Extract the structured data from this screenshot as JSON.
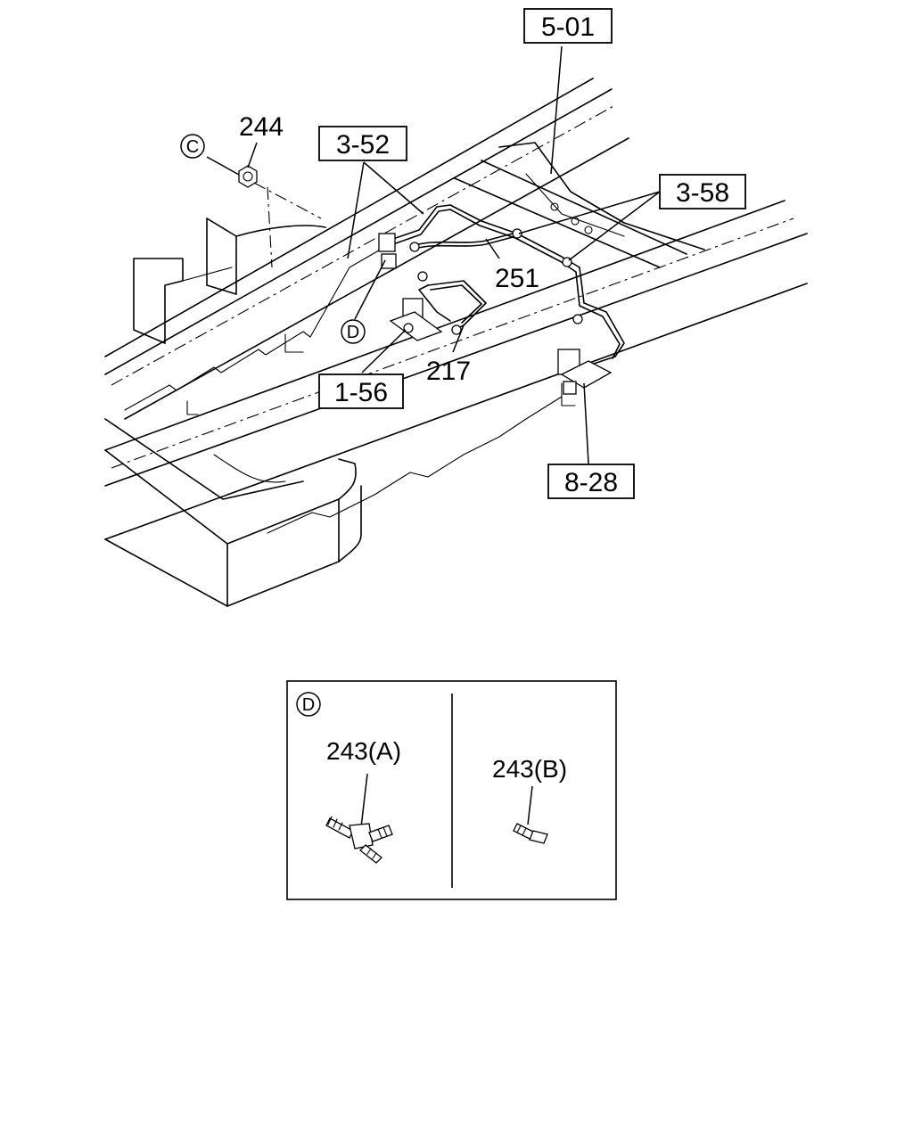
{
  "refs": {
    "r501": "5-01",
    "r352": "3-52",
    "r358": "3-58",
    "r156": "1-56",
    "r828": "8-28"
  },
  "parts": {
    "p244": "244",
    "p251": "251",
    "p217": "217"
  },
  "markers": {
    "c": "C",
    "d": "D"
  },
  "detail": {
    "marker": "D",
    "label_a": "243(A)",
    "label_b": "243(B)"
  }
}
